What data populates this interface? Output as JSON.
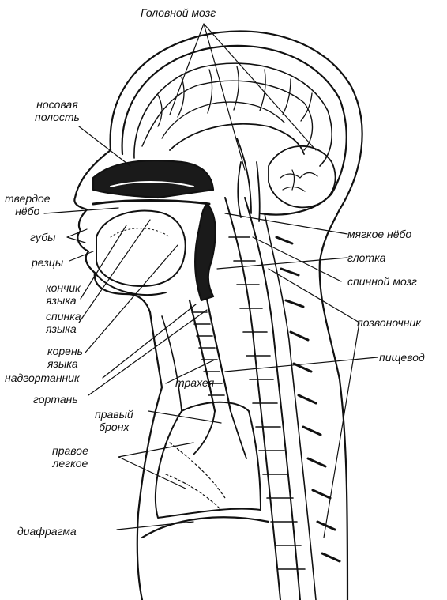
{
  "labels": {
    "brain": "Головной мозг",
    "nasal_cavity": [
      "носовая",
      "полость"
    ],
    "hard_palate": [
      "твердое",
      "нёбо"
    ],
    "lips": "губы",
    "incisors": "резцы",
    "tongue_tip": [
      "кончик",
      "языка"
    ],
    "tongue_back": [
      "спинка",
      "языка"
    ],
    "tongue_root": [
      "корень",
      "языка"
    ],
    "epiglottis": "надгортанник",
    "larynx": "гортань",
    "trachea": "трахея",
    "right_bronchus": [
      "правый",
      "бронх"
    ],
    "right_lung": [
      "правое",
      "легкое"
    ],
    "diaphragm": "диафрагма",
    "soft_palate": "мягкое нёбо",
    "pharynx": "глотка",
    "spinal_cord": "спинной мозг",
    "spine": "позвоночник",
    "esophagus": "пищевод"
  },
  "colors": {
    "ink": "#111111",
    "fill": "#1a1a1a",
    "paper": "#ffffff"
  }
}
